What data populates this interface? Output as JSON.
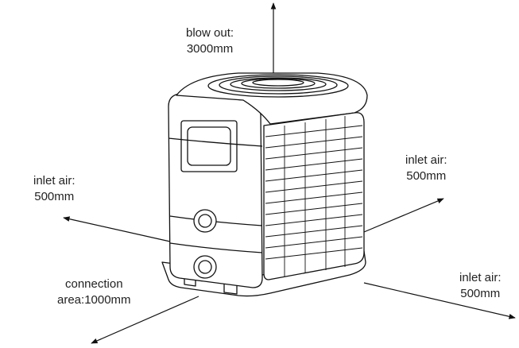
{
  "labels": {
    "blow_out": {
      "line1": "blow out:",
      "line2": "3000mm"
    },
    "inlet_left": {
      "line1": "inlet air:",
      "line2": "500mm"
    },
    "inlet_right": {
      "line1": "inlet air:",
      "line2": "500mm"
    },
    "inlet_bottom_right": {
      "line1": "inlet air:",
      "line2": "500mm"
    },
    "connection": {
      "line1": "connection",
      "line2": "area:1000mm"
    }
  },
  "colors": {
    "line": "#111111",
    "text": "#222222",
    "background": "#ffffff"
  }
}
